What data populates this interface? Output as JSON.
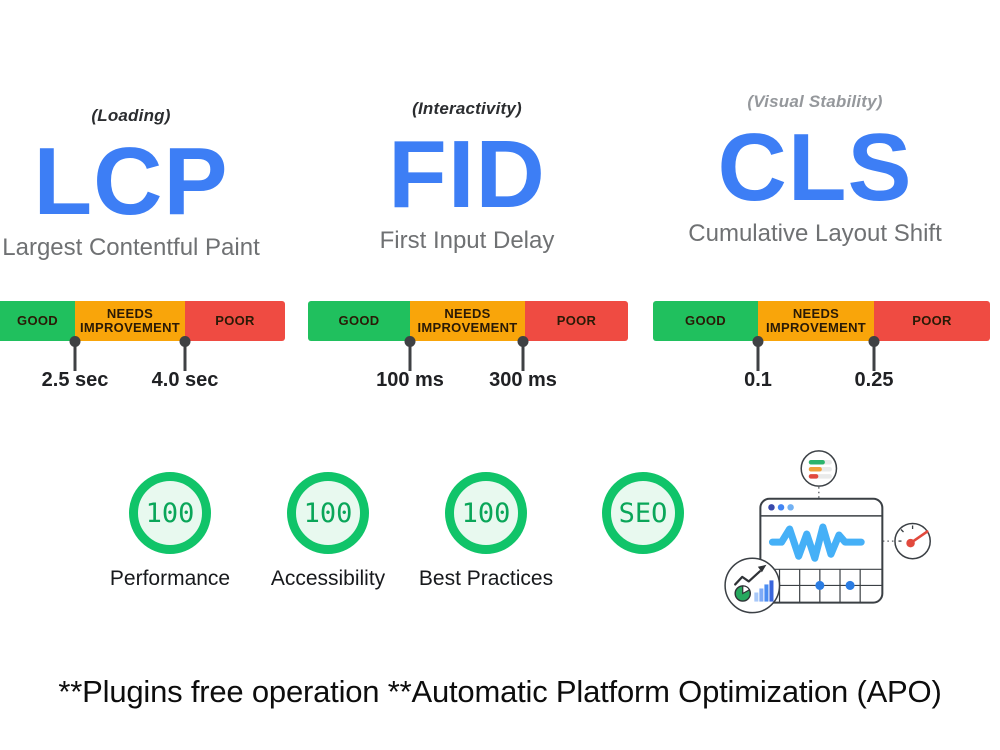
{
  "metrics": {
    "lcp": {
      "category": "(Loading)",
      "abbr": "LCP",
      "name": "Largest Contentful Paint",
      "good": "GOOD",
      "needs": "NEEDS IMPROVEMENT",
      "poor": "POOR",
      "threshold1": "2.5 sec",
      "threshold2": "4.0 sec"
    },
    "fid": {
      "category": "(Interactivity)",
      "abbr": "FID",
      "name": "First Input Delay",
      "good": "GOOD",
      "needs": "NEEDS IMPROVEMENT",
      "poor": "POOR",
      "threshold1": "100 ms",
      "threshold2": "300 ms"
    },
    "cls": {
      "category": "(Visual Stability)",
      "abbr": "CLS",
      "name": "Cumulative Layout Shift",
      "good": "GOOD",
      "needs": "NEEDS IMPROVEMENT",
      "poor": "POOR",
      "threshold1": "0.1",
      "threshold2": "0.25"
    }
  },
  "scores": {
    "performance": {
      "value": "100",
      "label": "Performance"
    },
    "accessibility": {
      "value": "100",
      "label": "Accessibility"
    },
    "best_practices": {
      "value": "100",
      "label": "Best Practices"
    },
    "seo": {
      "value": "SEO",
      "label": ""
    }
  },
  "footer": {
    "note": "**Plugins free operation **Automatic Platform Optimization (APO)"
  },
  "illustration_icons": [
    "vitals-legend-badge-icon",
    "browser-window-icon",
    "waveform-icon",
    "speedometer-icon",
    "analytics-growth-icon"
  ],
  "colors": {
    "metric_abbr_blue": "#3d7ef5",
    "good_green": "#20c05e",
    "needs_orange": "#f9a50a",
    "poor_red": "#ef4b42",
    "score_ring_green": "#10c469",
    "score_fill_green": "#e8f9ef",
    "waveform_blue": "#45b0f7"
  }
}
